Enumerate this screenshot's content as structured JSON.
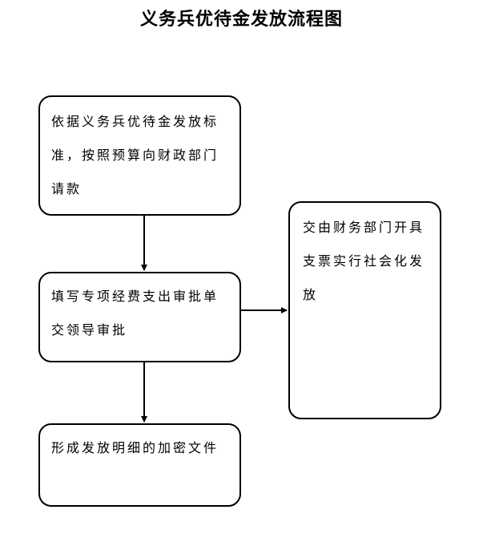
{
  "title": "义务兵优待金发放流程图",
  "steps": [
    {
      "text": "依据义务兵优待金发放标准，按照预算向财政部门请款"
    },
    {
      "text": "填写专项经费支出审批单交领导审批"
    },
    {
      "text": "形成发放明细的加密文件"
    },
    {
      "text": "交由财务部门开具支票实行社会化发放"
    }
  ],
  "colors": {
    "line": "#000000",
    "background": "#ffffff"
  }
}
